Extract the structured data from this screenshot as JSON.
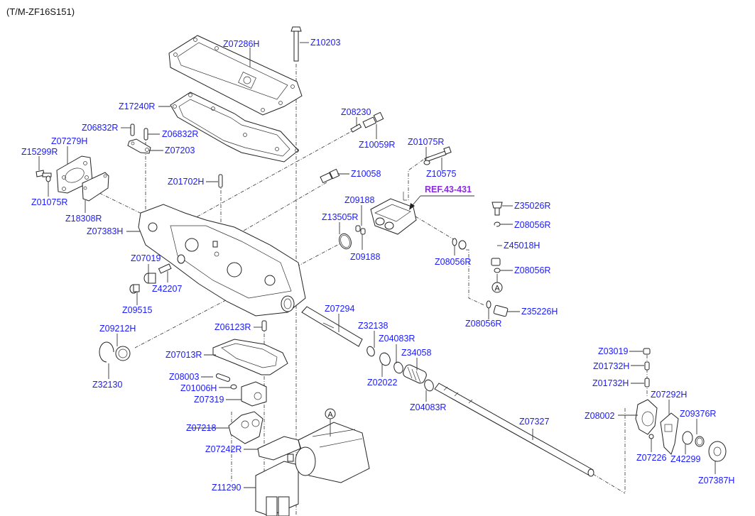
{
  "diagram": {
    "title": "(T/M-ZF16S151)",
    "reference": {
      "label": "REF.43-431",
      "color": "#8a2be2"
    },
    "label_color": "#1a1aff",
    "callout_marker": "A",
    "labels": [
      {
        "id": "z07286h",
        "text": "Z07286H"
      },
      {
        "id": "z10203",
        "text": "Z10203"
      },
      {
        "id": "z17240r",
        "text": "Z17240R"
      },
      {
        "id": "z06832r-a",
        "text": "Z06832R"
      },
      {
        "id": "z06832r-b",
        "text": "Z06832R"
      },
      {
        "id": "z07203",
        "text": "Z07203"
      },
      {
        "id": "z07279h",
        "text": "Z07279H"
      },
      {
        "id": "z15299r",
        "text": "Z15299R"
      },
      {
        "id": "z01075r-a",
        "text": "Z01075R"
      },
      {
        "id": "z18308r",
        "text": "Z18308R"
      },
      {
        "id": "z07383h",
        "text": "Z07383H"
      },
      {
        "id": "z01702h",
        "text": "Z01702H"
      },
      {
        "id": "z08230",
        "text": "Z08230"
      },
      {
        "id": "z10059r",
        "text": "Z10059R"
      },
      {
        "id": "z10058",
        "text": "Z10058"
      },
      {
        "id": "z01075r-b",
        "text": "Z01075R"
      },
      {
        "id": "z10575",
        "text": "Z10575"
      },
      {
        "id": "z09188-a",
        "text": "Z09188"
      },
      {
        "id": "z13505r",
        "text": "Z13505R"
      },
      {
        "id": "z09188-b",
        "text": "Z09188"
      },
      {
        "id": "z35026r",
        "text": "Z35026R"
      },
      {
        "id": "z08056r-a",
        "text": "Z08056R"
      },
      {
        "id": "z45018h",
        "text": "Z45018H"
      },
      {
        "id": "z08056r-b",
        "text": "Z08056R"
      },
      {
        "id": "z08056r-c",
        "text": "Z08056R"
      },
      {
        "id": "z08056r-d",
        "text": "Z08056R"
      },
      {
        "id": "z35226h",
        "text": "Z35226H"
      },
      {
        "id": "z07019",
        "text": "Z07019"
      },
      {
        "id": "z42207",
        "text": "Z42207"
      },
      {
        "id": "z09515",
        "text": "Z09515"
      },
      {
        "id": "z09212h",
        "text": "Z09212H"
      },
      {
        "id": "z32130",
        "text": "Z32130"
      },
      {
        "id": "z06123r",
        "text": "Z06123R"
      },
      {
        "id": "z07013r",
        "text": "Z07013R"
      },
      {
        "id": "z08003",
        "text": "Z08003"
      },
      {
        "id": "z01006h",
        "text": "Z01006H"
      },
      {
        "id": "z07319",
        "text": "Z07319"
      },
      {
        "id": "z07218",
        "text": "Z07218"
      },
      {
        "id": "z07242r",
        "text": "Z07242R"
      },
      {
        "id": "z11290",
        "text": "Z11290"
      },
      {
        "id": "z07294",
        "text": "Z07294"
      },
      {
        "id": "z32138",
        "text": "Z32138"
      },
      {
        "id": "z04083r-a",
        "text": "Z04083R"
      },
      {
        "id": "z34058",
        "text": "Z34058"
      },
      {
        "id": "z02022",
        "text": "Z02022"
      },
      {
        "id": "z04083r-b",
        "text": "Z04083R"
      },
      {
        "id": "z07327",
        "text": "Z07327"
      },
      {
        "id": "z03019",
        "text": "Z03019"
      },
      {
        "id": "z01732h-a",
        "text": "Z01732H"
      },
      {
        "id": "z01732h-b",
        "text": "Z01732H"
      },
      {
        "id": "z07292h",
        "text": "Z07292H"
      },
      {
        "id": "z08002",
        "text": "Z08002"
      },
      {
        "id": "z09376r",
        "text": "Z09376R"
      },
      {
        "id": "z07226",
        "text": "Z07226"
      },
      {
        "id": "z42299",
        "text": "Z42299"
      },
      {
        "id": "z07387h",
        "text": "Z07387H"
      }
    ]
  }
}
